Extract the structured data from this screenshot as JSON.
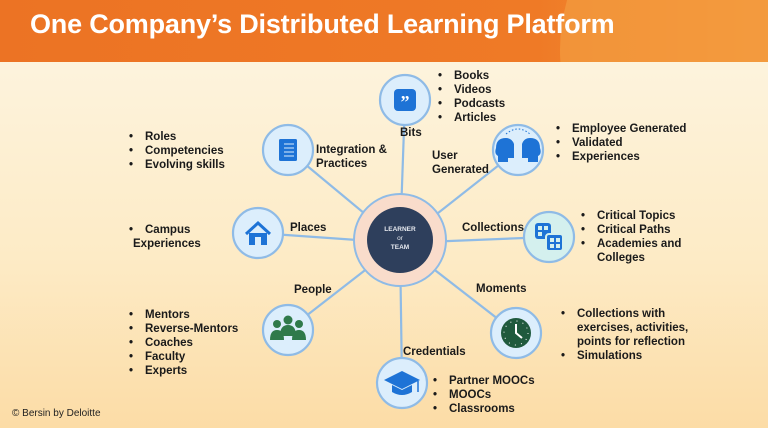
{
  "title": "One Company’s Distributed Learning Platform",
  "center": {
    "line1": "LEARNER",
    "line2": "or",
    "line3": "TEAM"
  },
  "nodes": {
    "bits": {
      "label": "Bits",
      "icon": "quote-icon",
      "items": [
        "Books",
        "Videos",
        "Podcasts",
        "Articles"
      ]
    },
    "user_generated": {
      "label1": "User",
      "label2": "Generated",
      "icon": "two-heads-icon",
      "items": [
        "Employee Generated",
        "Validated",
        "Experiences"
      ]
    },
    "collections": {
      "label": "Collections",
      "icon": "grid-squares-icon",
      "items": [
        "Critical Topics",
        "Critical Paths",
        "Academies and",
        "Colleges"
      ]
    },
    "moments": {
      "label": "Moments",
      "icon": "clock-icon",
      "items": [
        "Collections with",
        "exercises, activities,",
        "points for reflection",
        "Simulations"
      ]
    },
    "credentials": {
      "label": "Credentials",
      "icon": "graduation-cap-icon",
      "items": [
        "Partner MOOCs",
        "MOOCs",
        "Classrooms"
      ]
    },
    "people": {
      "label": "People",
      "icon": "people-group-icon",
      "items": [
        "Mentors",
        "Reverse-Mentors",
        "Coaches",
        "Faculty",
        "Experts"
      ]
    },
    "places": {
      "label": "Places",
      "icon": "house-icon",
      "items": [
        "Campus",
        "Experiences"
      ]
    },
    "integration": {
      "label1": "Integration &",
      "label2": "Practices",
      "icon": "notebook-icon",
      "items": [
        "Roles",
        "Competencies",
        "Evolving skills"
      ]
    }
  },
  "copyright": "© Bersin by Deloitte",
  "colors": {
    "header": "#ec7324",
    "center": "#2e3f5c",
    "ring": "#f9dccb",
    "node_fill": "#dceefc",
    "line": "#8fbbe6",
    "icon_blue": "#1e73d6",
    "icon_green": "#2f7a4a"
  }
}
